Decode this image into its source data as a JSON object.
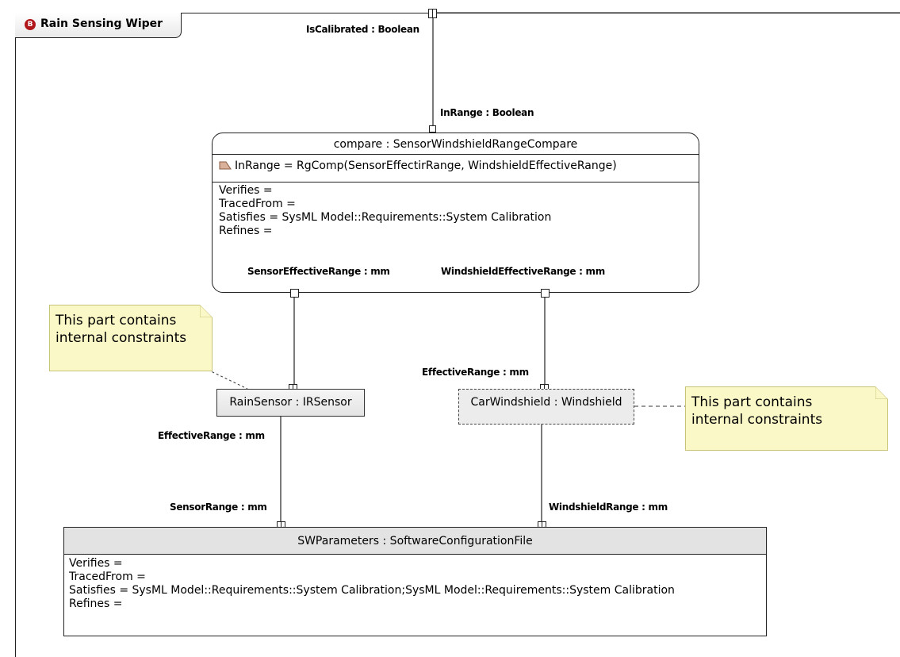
{
  "diagram": {
    "title": "Rain Sensing Wiper",
    "title_icon": "B",
    "boundary_port_label": "IsCalibrated : Boolean"
  },
  "compare": {
    "title": "compare : SensorWindshieldRangeCompare",
    "constraint": "InRange = RgComp(SensorEffectirRange, WindshieldEffectiveRange)",
    "properties": [
      "Verifies =",
      "TracedFrom =",
      "Satisfies = SysML Model::Requirements::System  Calibration",
      "Refines ="
    ],
    "port_top": "InRange : Boolean",
    "port_left": "SensorEffectiveRange : mm",
    "port_right": "WindshieldEffectiveRange : mm"
  },
  "rain_sensor": {
    "title": "RainSensor : IRSensor",
    "port_label": "EffectiveRange : mm"
  },
  "car_windshield": {
    "title": "CarWindshield : Windshield",
    "port_label": "EffectiveRange : mm"
  },
  "notes": {
    "left": [
      "This part contains",
      "internal constraints"
    ],
    "right": [
      "This part contains",
      "internal constraints"
    ]
  },
  "sw_parameters": {
    "title": "SWParameters : SoftwareConfigurationFile",
    "port_left": "SensorRange : mm",
    "port_right": "WindshieldRange : mm",
    "properties": [
      "Verifies =",
      "TracedFrom =",
      "Satisfies = SysML Model::Requirements::System  Calibration;SysML Model::Requirements::System  Calibration",
      "Refines ="
    ]
  },
  "colors": {
    "note_fill": "#fbf8c7",
    "note_border": "#c9c37a",
    "part_fill": "#e4e4e4",
    "title_icon": "#b0161a"
  }
}
